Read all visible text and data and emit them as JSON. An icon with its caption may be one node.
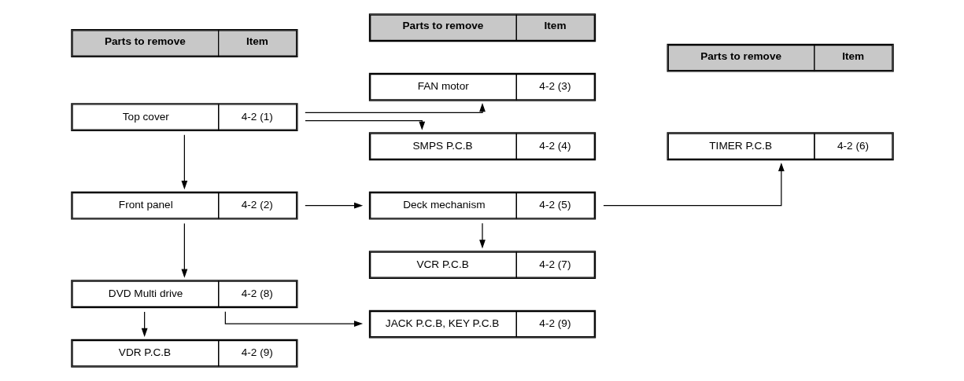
{
  "diagram": {
    "nodes": [
      {
        "text": [
          "Parts to remove",
          "Item"
        ]
      },
      {
        "text": [
          "Parts to remove",
          "Item"
        ]
      },
      {
        "text": [
          "Parts to remove",
          "Item"
        ]
      },
      {
        "text": [
          "Top cover",
          "4-2 (1)"
        ]
      },
      {
        "text": [
          "FAN motor",
          "4-2 (3)"
        ]
      },
      {
        "text": [
          "SMPS P.C.B",
          "4-2 (4)"
        ]
      },
      {
        "text": [
          "Front panel",
          "4-2 (2)"
        ]
      },
      {
        "text": [
          "Deck mechanism",
          "4-2 (5)"
        ]
      },
      {
        "text": [
          "TIMER P.C.B",
          "4-2 (6)"
        ]
      },
      {
        "text": [
          "VCR P.C.B",
          "4-2 (7)"
        ]
      },
      {
        "text": [
          "DVD Multi drive",
          "4-2 (8)"
        ]
      },
      {
        "text": [
          "JACK P.C.B, KEY P.C.B",
          "4-2 (9)"
        ]
      },
      {
        "text": [
          "VDR P.C.B",
          "4-2 (9)"
        ]
      }
    ],
    "edges": [
      {
        "from": 3,
        "to": 4,
        "arrow": "to"
      },
      {
        "from": 3,
        "to": 5,
        "arrow": "to"
      },
      {
        "from": 3,
        "to": 6,
        "arrow": "to"
      },
      {
        "from": 6,
        "to": 7,
        "arrow": "to"
      },
      {
        "from": 7,
        "to": 8,
        "arrow": "to"
      },
      {
        "from": 7,
        "to": 9,
        "arrow": "to"
      },
      {
        "from": 6,
        "to": 10,
        "arrow": "to"
      },
      {
        "from": 10,
        "to": 11,
        "arrow": "to"
      },
      {
        "from": 10,
        "to": 12,
        "arrow": "to"
      }
    ]
  }
}
